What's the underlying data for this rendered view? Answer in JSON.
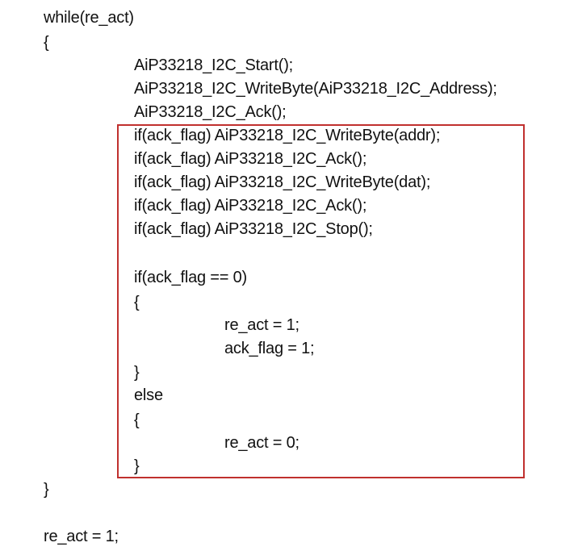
{
  "code": {
    "lines": [
      "while(re_act)",
      "{",
      "AiP33218_I2C_Start();",
      "AiP33218_I2C_WriteByte(AiP33218_I2C_Address);",
      "AiP33218_I2C_Ack();",
      "if(ack_flag) AiP33218_I2C_WriteByte(addr);",
      "if(ack_flag) AiP33218_I2C_Ack();",
      "if(ack_flag) AiP33218_I2C_WriteByte(dat);",
      "if(ack_flag) AiP33218_I2C_Ack();",
      "if(ack_flag) AiP33218_I2C_Stop();",
      "if(ack_flag == 0)",
      "{",
      "re_act = 1;",
      "ack_flag = 1;",
      "}",
      "else",
      "{",
      "re_act = 0;",
      "}",
      "}",
      "re_act = 1;"
    ]
  },
  "highlight": {
    "color": "#c0302e"
  }
}
